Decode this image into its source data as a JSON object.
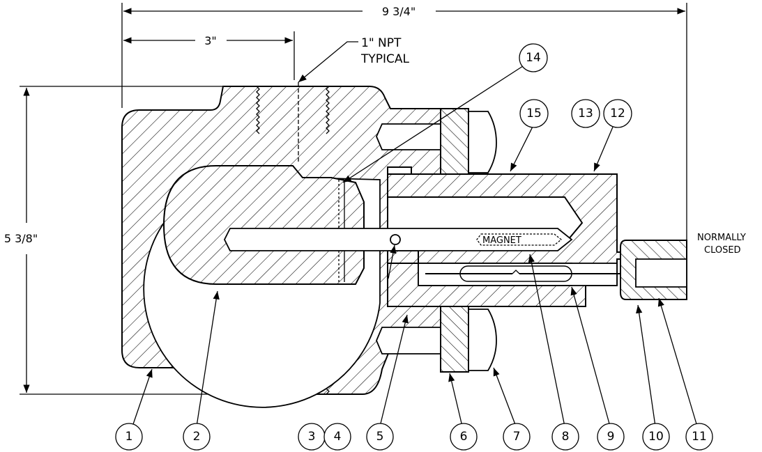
{
  "dimensions": {
    "overall_length": "9 3/4\"",
    "flange_length": "3\"",
    "overall_height": "5 3/8\""
  },
  "notes": {
    "npt_line1": "1\" NPT",
    "npt_line2": "TYPICAL",
    "switch_line1": "NORMALLY",
    "switch_line2": "CLOSED",
    "magnet_label": "MAGNET"
  },
  "balloons": {
    "b1": "1",
    "b2": "2",
    "b3": "3",
    "b4": "4",
    "b5": "5",
    "b6": "6",
    "b7": "7",
    "b8": "8",
    "b9": "9",
    "b10": "10",
    "b11": "11",
    "b12": "12",
    "b13": "13",
    "b14": "14",
    "b15": "15"
  }
}
